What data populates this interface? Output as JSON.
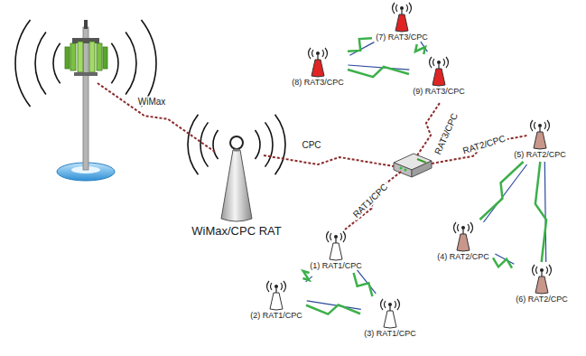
{
  "diagram": {
    "nodes": [
      {
        "text": [
          "(7) RAT3/CPC"
        ]
      },
      {
        "text": [
          "(8) RAT3/CPC"
        ]
      },
      {
        "text": [
          "(9) RAT3/CPC"
        ]
      },
      {
        "text": [
          "(5) RAT2/CPC"
        ]
      },
      {
        "text": [
          "WiMax/CPC RAT"
        ]
      },
      {
        "text": [
          "(1) RAT1/CPC"
        ]
      },
      {
        "text": [
          "(4) RAT2/CPC"
        ]
      },
      {
        "text": [
          "(2) RAT1/CPC"
        ]
      },
      {
        "text": [
          "(6) RAT2/CPC"
        ]
      },
      {
        "text": [
          "(3) RAT1/CPC"
        ]
      }
    ],
    "edges": [
      {
        "from": 0,
        "to": 1,
        "arrow": "none"
      },
      {
        "from": 0,
        "to": 2,
        "arrow": "none"
      },
      {
        "from": 1,
        "to": 2,
        "arrow": "none"
      },
      {
        "from": 3,
        "to": 6,
        "arrow": "none"
      },
      {
        "from": 3,
        "to": 8,
        "arrow": "none"
      },
      {
        "from": 6,
        "to": 8,
        "arrow": "none"
      },
      {
        "from": 5,
        "to": 7,
        "arrow": "none"
      },
      {
        "from": 5,
        "to": 9,
        "arrow": "none"
      },
      {
        "from": 7,
        "to": 9,
        "arrow": "none"
      }
    ],
    "labels": [
      "WiMax",
      "CPC",
      "RAT3/CPC",
      "RAT2/CPC",
      "RAT1/CPC"
    ]
  }
}
